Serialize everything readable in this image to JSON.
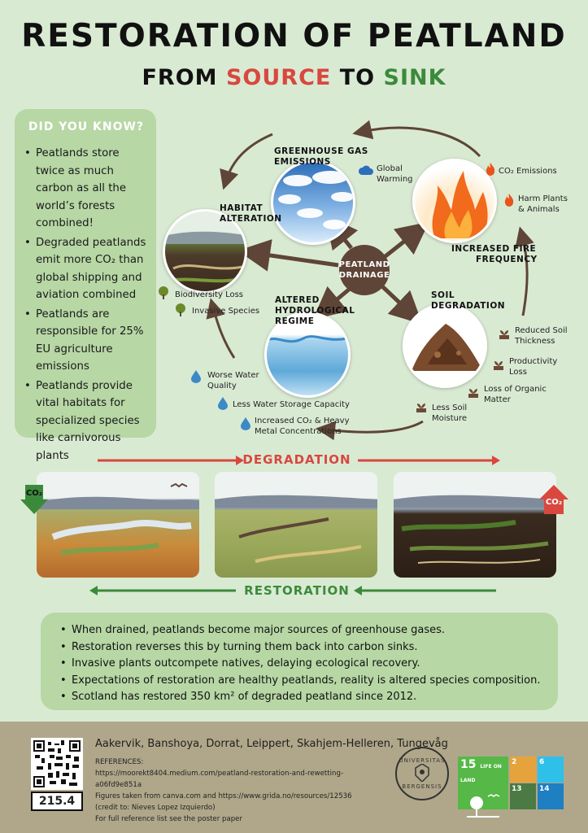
{
  "header": {
    "title": "RESTORATION OF PEATLAND",
    "subtitle_from": "FROM ",
    "subtitle_source": "SOURCE",
    "subtitle_to": " TO ",
    "subtitle_sink": "SINK"
  },
  "did_you_know": {
    "heading": "DID YOU KNOW?",
    "items": [
      "Peatlands store twice as much carbon as all the world’s forests combined!",
      "Degraded peatlands emit more CO₂ than global shipping and aviation combined",
      "Peatlands are responsible for 25% EU agriculture emissions",
      "Peatlands provide vital habitats for specialized species like carnivorous plants"
    ]
  },
  "diagram": {
    "center": "PEATLAND DRAINAGE",
    "center_line1": "PEATLAND",
    "center_line2": "DRAINAGE",
    "greenhouse": {
      "label1": "GREENHOUSE GAS",
      "label2": "EMISSIONS",
      "note1": "Global",
      "note2": "Warming"
    },
    "fire": {
      "label1": "INCREASED FIRE",
      "label2": "FREQUENCY",
      "note_co2": "CO₂ Emissions",
      "note_harm1": "Harm Plants",
      "note_harm2": "& Animals"
    },
    "habitat": {
      "label1": "HABITAT",
      "label2": "ALTERATION",
      "note1": "Biodiversity Loss",
      "note2": "Invasive Species"
    },
    "hydro": {
      "label1": "ALTERED",
      "label2": "HYDROLOGICAL",
      "label3": "REGIME",
      "note_wq1": "Worse Water",
      "note_wq2": "Quality",
      "note_storage": "Less Water Storage Capacity",
      "note_metal1": "Increased CO₂ & Heavy",
      "note_metal2": "Metal Concentrations"
    },
    "soil": {
      "label1": "SOIL",
      "label2": "DEGRADATION",
      "note_thick1": "Reduced Soil",
      "note_thick2": "Thickness",
      "note_prod1": "Productivity",
      "note_prod2": "Loss",
      "note_org1": "Loss of Organic",
      "note_org2": "Matter",
      "note_moist1": "Less Soil",
      "note_moist2": "Moisture"
    }
  },
  "bands": {
    "degradation": "DEGRADATION",
    "restoration": "RESTORATION",
    "co2_label": "CO₂"
  },
  "facts": [
    "When drained, peatlands become major sources of greenhouse gases.",
    "Restoration reverses this by turning them back into carbon sinks.",
    "Invasive plants outcompete natives, delaying ecological recovery.",
    "Expectations of restoration are healthy peatlands, reality is altered species composition.",
    "Scotland has restored 350 km² of degraded peatland since 2012."
  ],
  "footer": {
    "authors": "Aakervik, Banshoya, Dorrat, Leippert, Skahjem-Helleren, Tungevåg",
    "ref_heading": "REFERENCES:",
    "ref1": "https://moorekt8404.medium.com/peatland-restoration-and-rewetting-a06fd9e851a",
    "ref2": "Figures taken from canva.com and https://www.grida.no/resources/12536",
    "ref3": "(credit to: Nieves Lopez Izquierdo)",
    "ref4": "For full reference list see the poster paper",
    "poster_number": "215.4",
    "seal_text1": "UNIVERSITAS",
    "seal_text2": "BERGENSIS",
    "sdg15": "15",
    "sdg15_label": "LIFE ON LAND",
    "sdg2": "2",
    "sdg6": "6",
    "sdg13": "13",
    "sdg14": "14"
  },
  "colors": {
    "background": "#d9ead3",
    "panel": "#b7d7a5",
    "red": "#d9473f",
    "green": "#3b8a3b",
    "brown": "#5e4537",
    "footer": "#b0a78a"
  }
}
